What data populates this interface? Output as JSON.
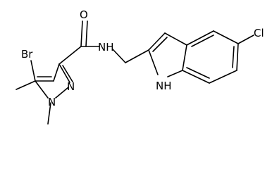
{
  "molecule": {
    "atoms": {
      "br": "Br",
      "o": "O",
      "nh_amide": "NH",
      "cl": "Cl",
      "n_pyrazole_2": "N",
      "n_pyrazole_1": "N",
      "nh_indole": "NH"
    }
  }
}
